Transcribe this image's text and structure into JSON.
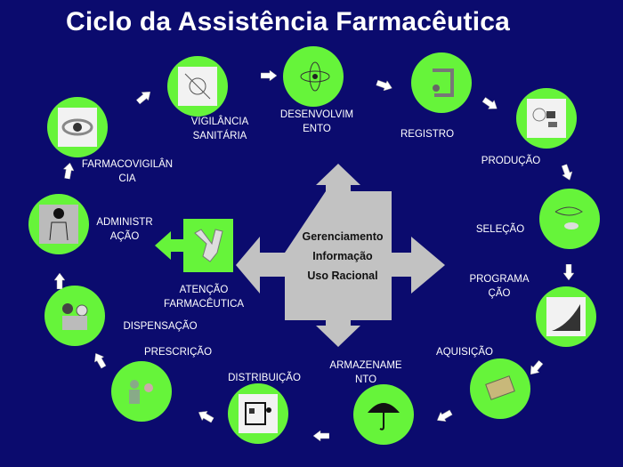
{
  "title": "Ciclo da Assistência Farmacêutica",
  "center": {
    "lines": [
      "Gerenciamento",
      "Informação",
      "Uso Racional"
    ]
  },
  "nodes": {
    "farmacovigilancia": {
      "label1": "FARMACOVIGILÂN",
      "label2": "CIA"
    },
    "vigilancia": {
      "label1": "VIGILÂNCIA",
      "label2": "SANITÁRIA"
    },
    "desenvolvimento": {
      "label1": "DESENVOLVIM",
      "label2": "ENTO"
    },
    "registro": {
      "label1": "REGISTRO"
    },
    "producao": {
      "label1": "PRODUÇÃO"
    },
    "selecao": {
      "label1": "SELEÇÃO"
    },
    "programacao": {
      "label1": "PROGRAMA",
      "label2": "ÇÃO"
    },
    "aquisicao": {
      "label1": "AQUISIÇÃO"
    },
    "armazenamento": {
      "label1": "ARMAZENAME",
      "label2": "NTO"
    },
    "distribuicao": {
      "label1": "DISTRIBUIÇÃO"
    },
    "prescricao": {
      "label1": "PRESCRIÇÃO"
    },
    "dispensacao": {
      "label1": "DISPENSAÇÃO"
    },
    "administracao": {
      "label1": "ADMINISTR",
      "label2": "AÇÃO"
    },
    "atencao": {
      "label1": "ATENÇÃO",
      "label2": "FARMACÊUTICA"
    }
  },
  "colors": {
    "background": "#0b0b6e",
    "node": "#66f43a",
    "cross": "#c0c0c0"
  }
}
